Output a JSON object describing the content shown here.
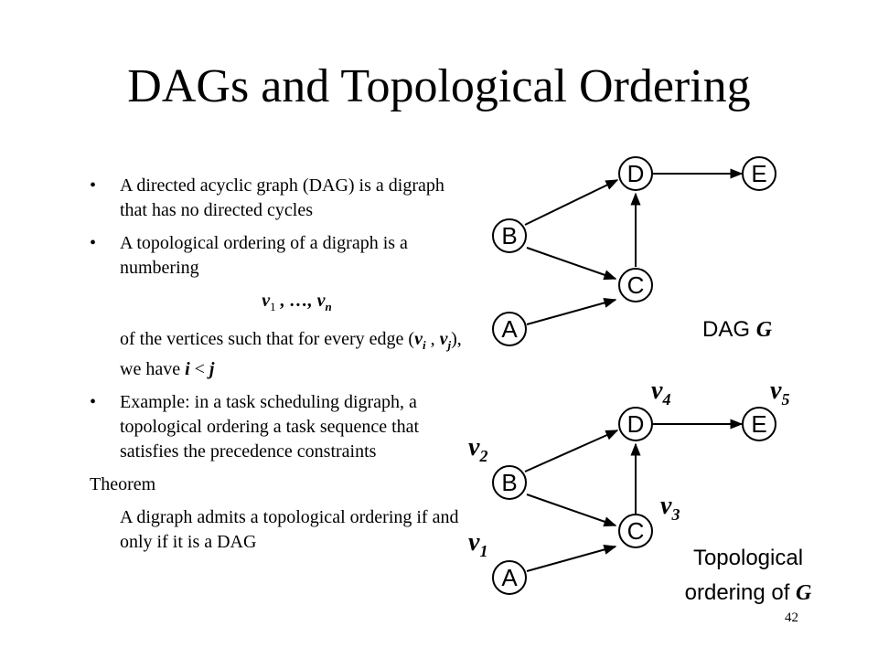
{
  "title": "DAGs and Topological Ordering",
  "bullets": {
    "b1": "A directed acyclic graph (DAG) is a digraph that has no directed cycles",
    "b2": "A topological ordering of a digraph is a numbering",
    "seq": {
      "v1": "v",
      "s1": "1",
      "mid": " , …, ",
      "vn": "v",
      "sn": "n"
    },
    "b2_cont_pre": "of the vertices such that for every edge (",
    "e_vi": "v",
    "e_si": "i",
    "e_comma": " , ",
    "e_vj": "v",
    "e_sj": "j",
    "e_mid": "), we have ",
    "ineq_i": "i",
    "ineq_lt": " < ",
    "ineq_j": "j",
    "b3": "Example: in a task scheduling digraph, a topological ordering a task sequence that satisfies the precedence constraints"
  },
  "theorem": {
    "label": "Theorem",
    "text": "A digraph admits a topological ordering if and only if it is a DAG"
  },
  "graph_top": {
    "nodes": {
      "A": "A",
      "B": "B",
      "C": "C",
      "D": "D",
      "E": "E"
    },
    "caption": "DAG ",
    "caption_g": "G"
  },
  "graph_bottom": {
    "nodes": {
      "A": "A",
      "B": "B",
      "C": "C",
      "D": "D",
      "E": "E"
    },
    "labels": {
      "v1": {
        "v": "v",
        "n": "1"
      },
      "v2": {
        "v": "v",
        "n": "2"
      },
      "v3": {
        "v": "v",
        "n": "3"
      },
      "v4": {
        "v": "v",
        "n": "4"
      },
      "v5": {
        "v": "v",
        "n": "5"
      }
    },
    "caption_line1": "Topological",
    "caption_line2": "ordering of ",
    "caption_g": "G"
  },
  "page_number": "42"
}
